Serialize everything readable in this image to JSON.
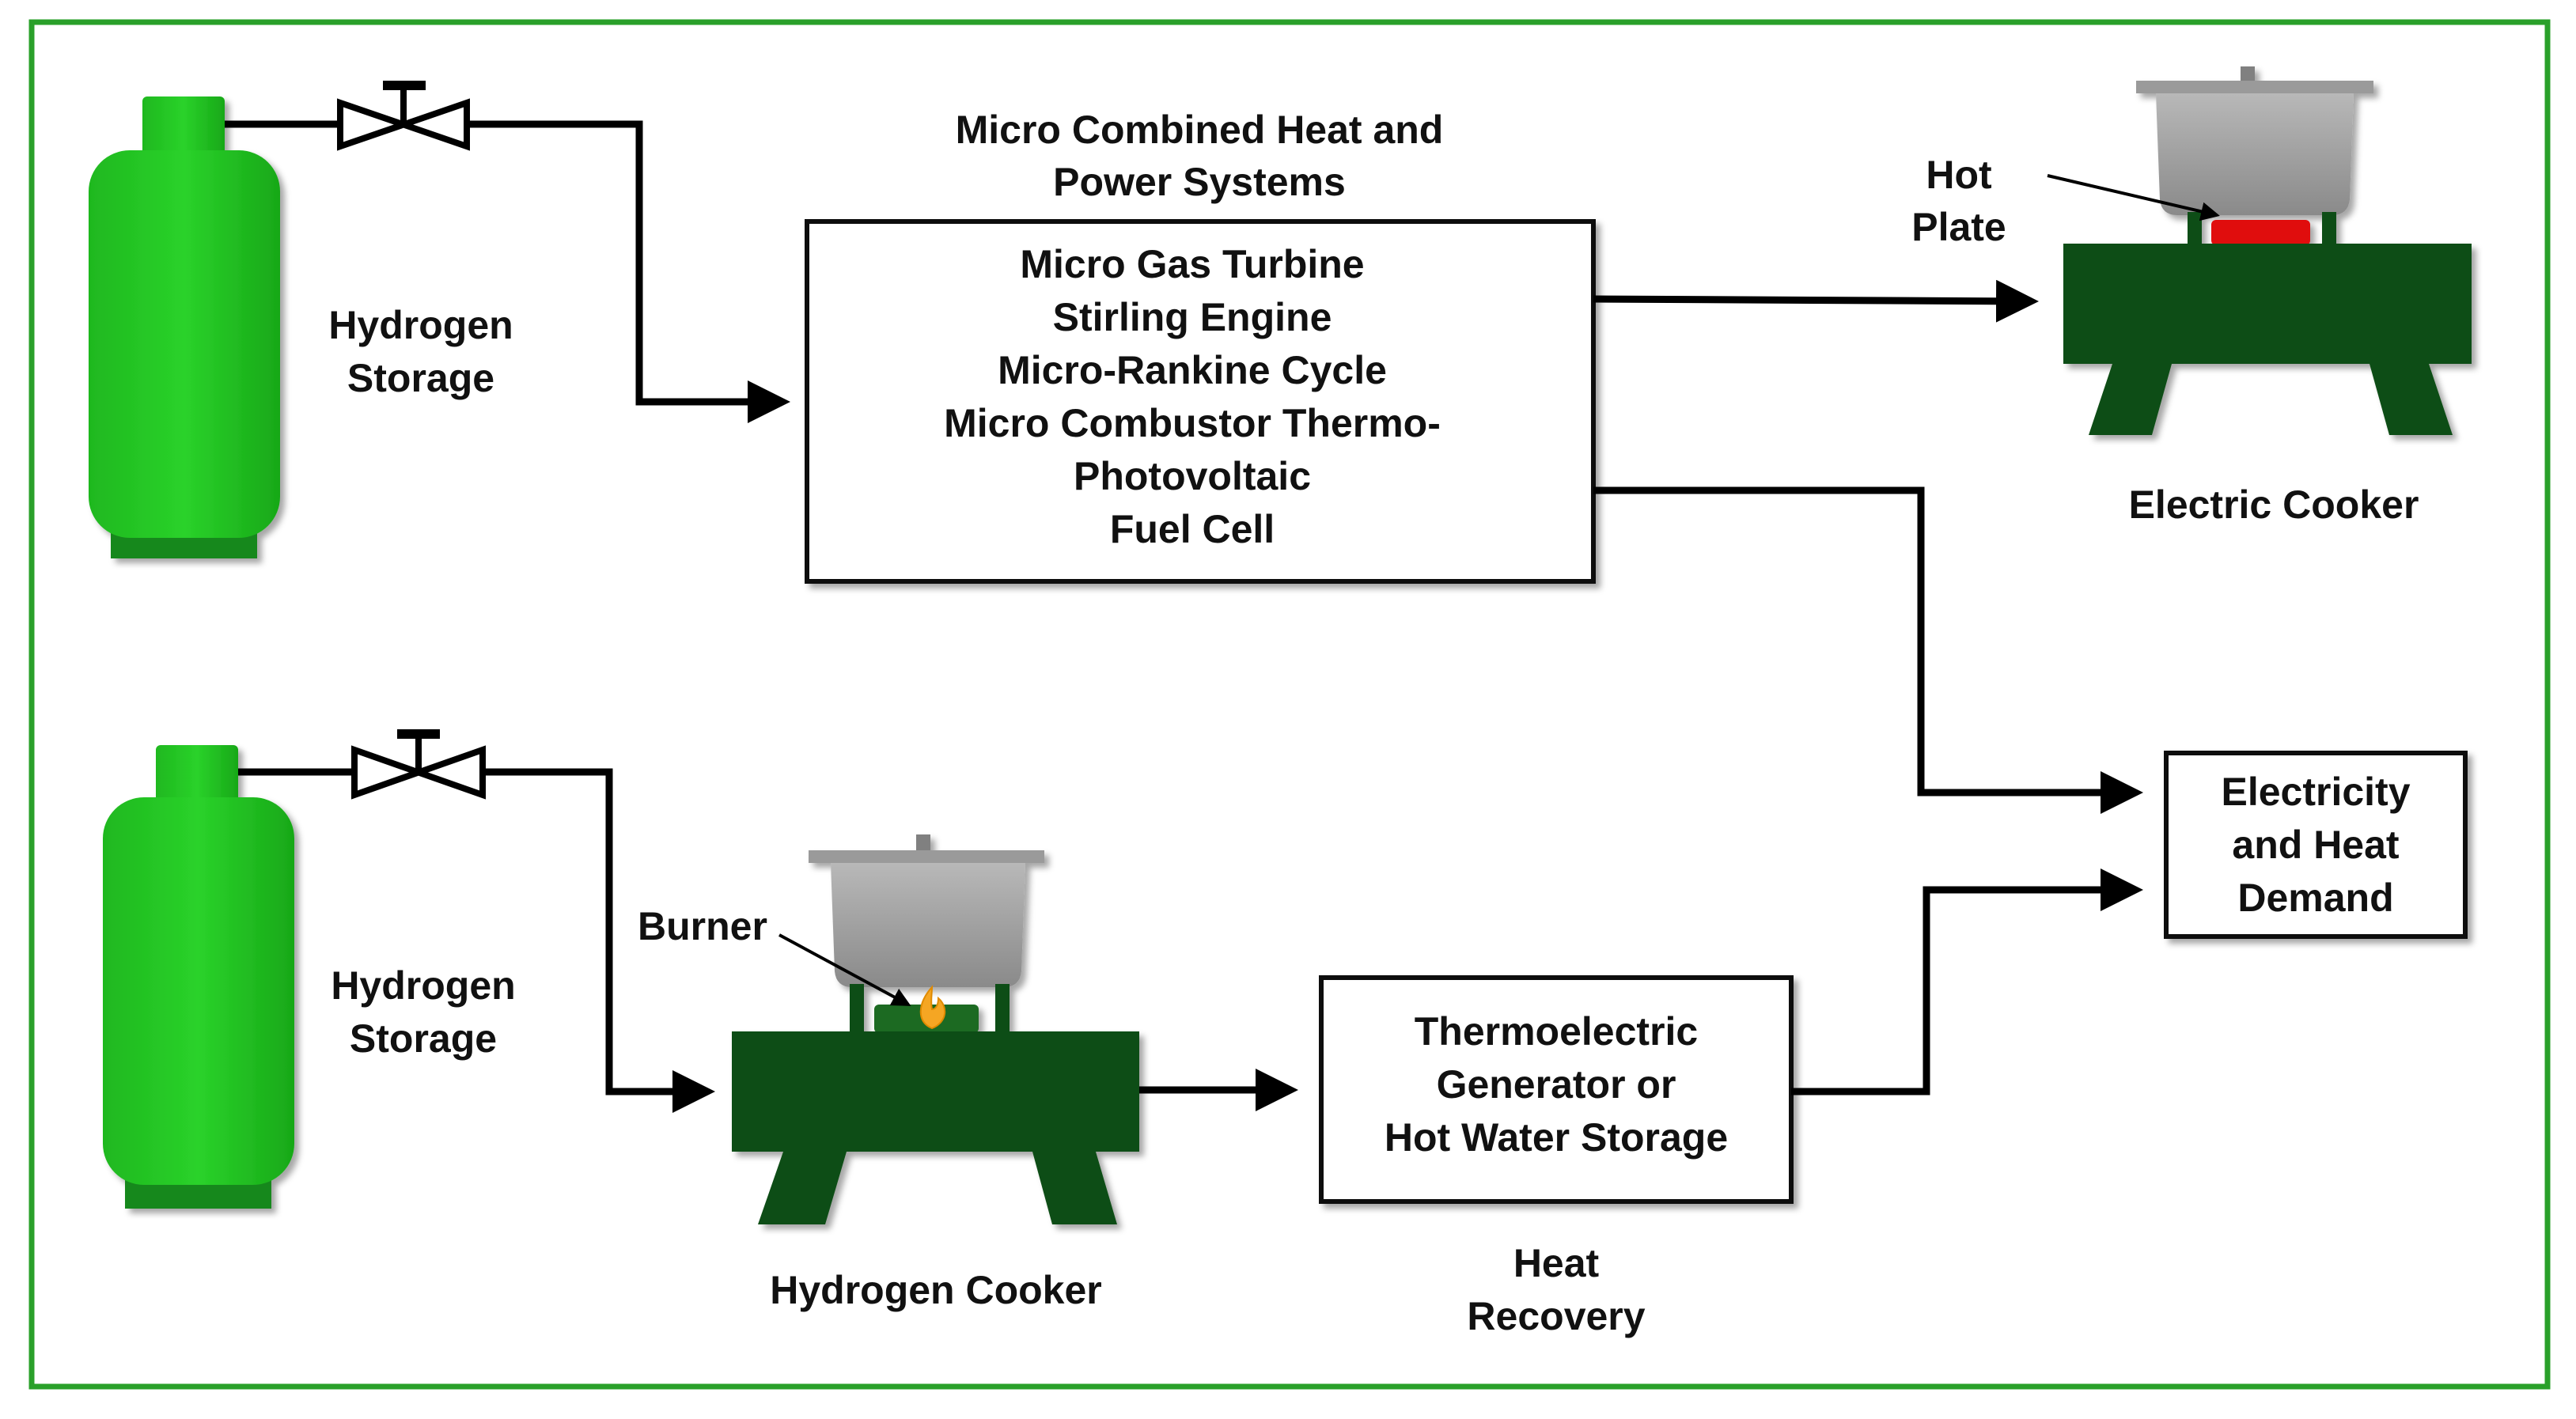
{
  "colors": {
    "frame": "#2aa02a",
    "cylinder": "#22c422",
    "cylinder_dark": "#12881a",
    "cooker": "#0f4d14",
    "pot": "#a3a3a3",
    "hot_plate": "#e01010",
    "flame": "#f5a623"
  },
  "top_storage": {
    "label_lines": [
      "Hydrogen",
      "Storage"
    ],
    "icon": "hydrogen-cylinder",
    "valve_icon": "valve"
  },
  "bottom_storage": {
    "label_lines": [
      "Hydrogen",
      "Storage"
    ],
    "icon": "hydrogen-cylinder",
    "valve_icon": "valve"
  },
  "chp": {
    "title_lines": [
      "Micro Combined Heat and",
      "Power Systems"
    ],
    "items": [
      "Micro Gas Turbine",
      "Stirling Engine",
      "Micro-Rankine Cycle",
      "Micro Combustor Thermo-",
      "Photovoltaic",
      "Fuel Cell"
    ]
  },
  "electric_cooker": {
    "label": "Electric Cooker",
    "hot_plate_lines": [
      "Hot",
      "Plate"
    ]
  },
  "hydrogen_cooker": {
    "label": "Hydrogen Cooker",
    "burner_label": "Burner",
    "flame_icon": "flame"
  },
  "heat_recovery": {
    "box_lines": [
      "Thermoelectric",
      "Generator or",
      "Hot Water Storage"
    ],
    "caption_lines": [
      "Heat",
      "Recovery"
    ]
  },
  "demand": {
    "lines": [
      "Electricity",
      "and Heat",
      "Demand"
    ]
  }
}
